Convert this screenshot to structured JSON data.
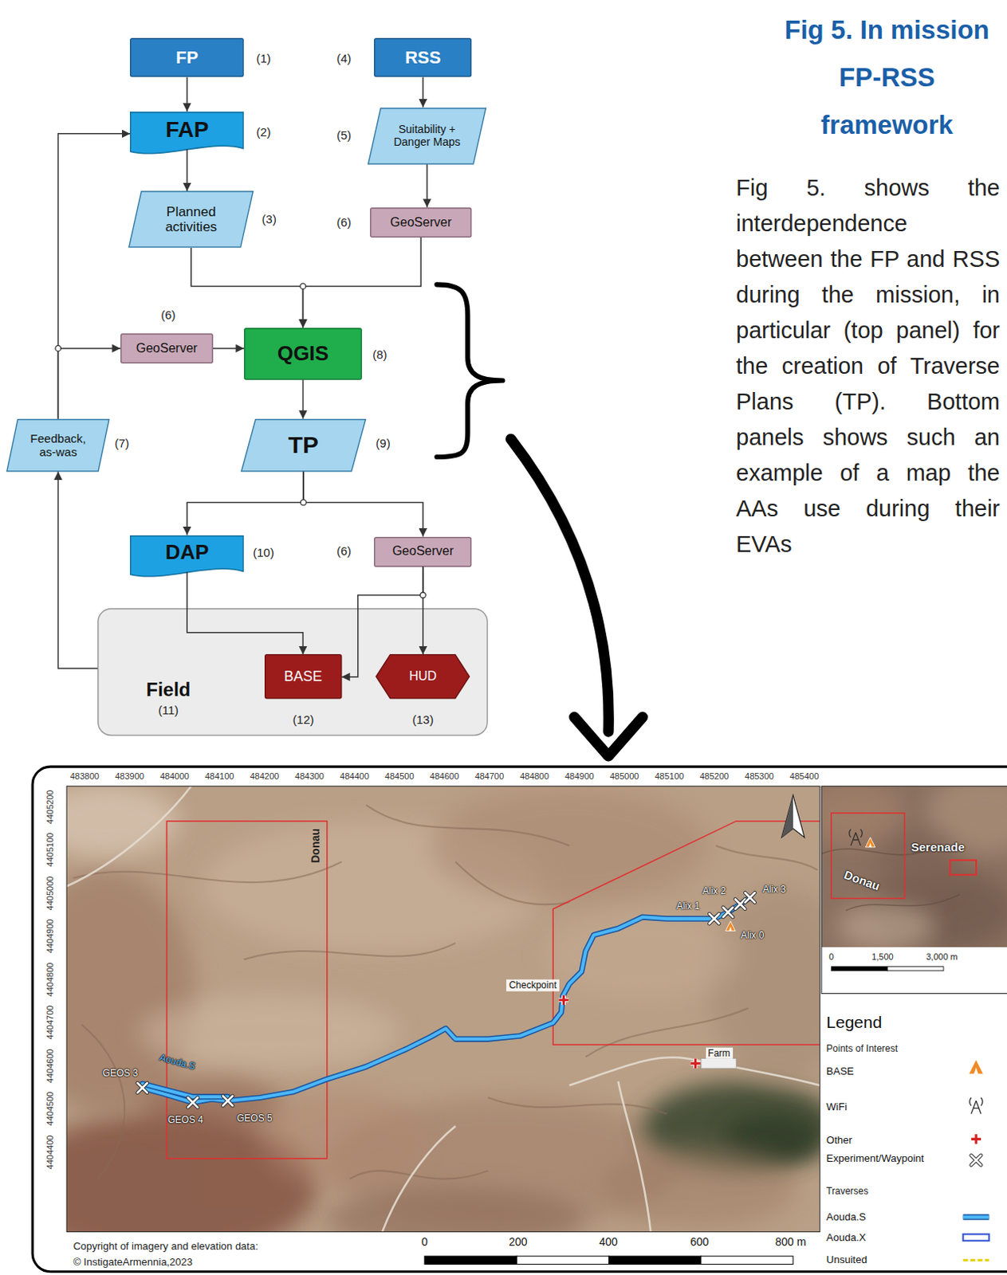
{
  "diagram": {
    "title": "Fig 5. In mission FP-RSS framework",
    "caption": "Fig 5. shows the interdependence between the FP and RSS during the mission, in particular (top panel) for the creation of Traverse Plans (TP). Bottom panels shows such an example of a map the AAs use during their EVAs",
    "nodes": [
      {
        "text": [
          "FP"
        ]
      },
      {
        "text": [
          "RSS"
        ]
      },
      {
        "text": [
          "FAP"
        ]
      },
      {
        "text": [
          "Suitability + Danger Maps"
        ]
      },
      {
        "text": [
          "Planned activities"
        ]
      },
      {
        "text": [
          "GeoServer"
        ]
      },
      {
        "text": [
          "GeoServer"
        ]
      },
      {
        "text": [
          "QGIS"
        ]
      },
      {
        "text": [
          "Feedback, as-was"
        ]
      },
      {
        "text": [
          "TP"
        ]
      },
      {
        "text": [
          "DAP"
        ]
      },
      {
        "text": [
          "GeoServer"
        ]
      },
      {
        "text": [
          "Field"
        ]
      },
      {
        "text": [
          "BASE"
        ],
        "in": 12
      },
      {
        "text": [
          "HUD"
        ],
        "in": 12
      }
    ],
    "edges": [
      {
        "from": 0,
        "to": 2,
        "arrow": "to"
      },
      {
        "from": 1,
        "to": 3,
        "arrow": "to"
      },
      {
        "from": 2,
        "to": 4,
        "arrow": "to"
      },
      {
        "from": 3,
        "to": 5,
        "arrow": "to"
      },
      {
        "from": 4,
        "to": 7,
        "arrow": "to"
      },
      {
        "from": 5,
        "to": 7,
        "arrow": "to"
      },
      {
        "from": 6,
        "to": 7,
        "arrow": "to"
      },
      {
        "from": 7,
        "to": 9,
        "arrow": "to"
      },
      {
        "from": 9,
        "to": 10,
        "arrow": "to"
      },
      {
        "from": 9,
        "to": 11,
        "arrow": "to"
      },
      {
        "from": 10,
        "to": 13,
        "arrow": "to"
      },
      {
        "from": 11,
        "to": 13,
        "arrow": "to"
      },
      {
        "from": 11,
        "to": 14,
        "arrow": "to"
      },
      {
        "from": 12,
        "to": 8,
        "arrow": "to"
      },
      {
        "from": 8,
        "to": 2,
        "arrow": "to"
      },
      {
        "from": 8,
        "to": 6,
        "arrow": "to"
      }
    ],
    "labels": [
      "(1)",
      "(2)",
      "(3)",
      "(4)",
      "(5)",
      "(6)",
      "(6)",
      "(8)",
      "(7)",
      "(9)",
      "(10)",
      "(6)",
      "(11)",
      "(12)",
      "(13)",
      "483800",
      "483900",
      "484000",
      "484100",
      "484200",
      "484300",
      "484400",
      "484500",
      "484600",
      "484700",
      "484800",
      "484900",
      "485000",
      "485100",
      "485200",
      "485300",
      "485400",
      "4404400",
      "4404500",
      "4404600",
      "4404700",
      "4404800",
      "4404900",
      "4405000",
      "4405100",
      "4405200",
      "Donau",
      "Checkpoint",
      "Farm",
      "Alix 2",
      "Alix 3",
      "Alix 1",
      "Alix 0",
      "GEOS 3",
      "GEOS 4",
      "GEOS 5",
      "Aouda.S",
      "Serenade",
      "Donau",
      "0",
      "1,500",
      "3,000 m",
      "0",
      "200",
      "400",
      "600",
      "800 m",
      "Copyright of imagery and elevation data:",
      "© InstigateArmennia,2023",
      "Legend",
      "Points of Interest",
      "Traverses"
    ],
    "legend": [
      {
        "text": "BASE"
      },
      {
        "text": "WiFi"
      },
      {
        "text": "Other"
      },
      {
        "text": "Experiment/Waypoint"
      },
      {
        "text": "Aouda.S"
      },
      {
        "text": "Aouda.X"
      },
      {
        "text": "Unsuited"
      }
    ]
  }
}
